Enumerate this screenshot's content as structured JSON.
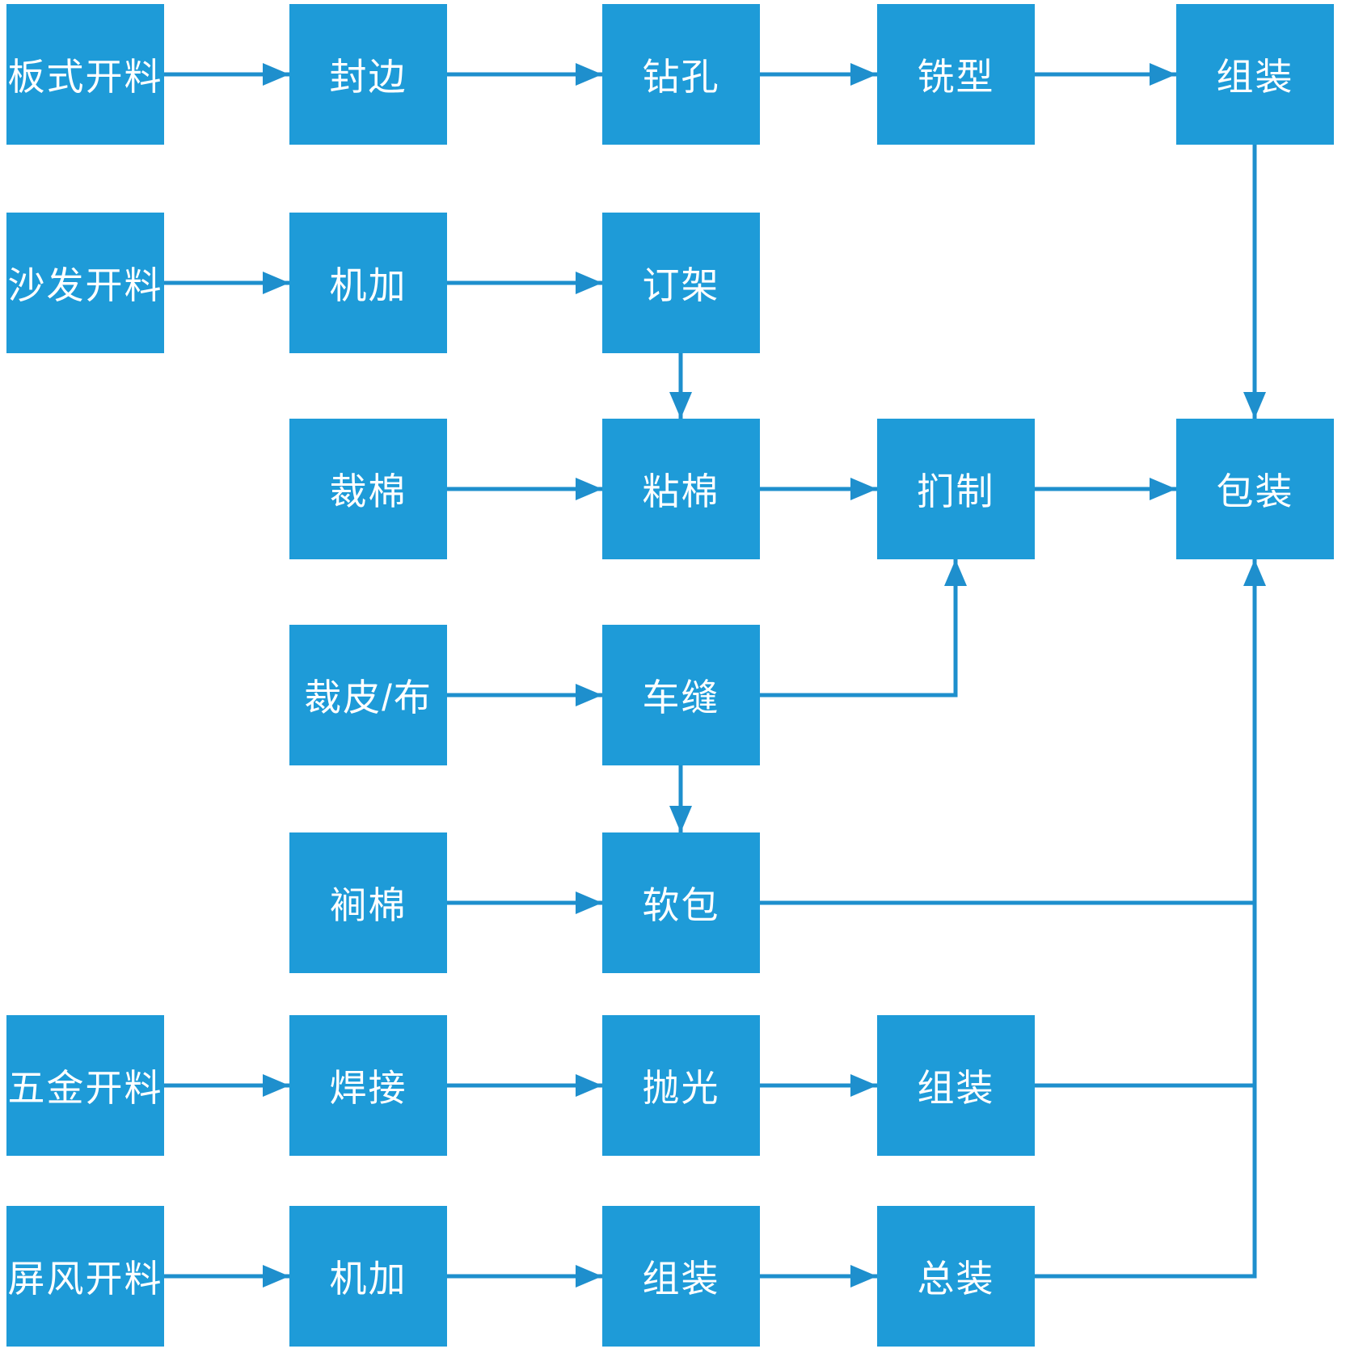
{
  "colors": {
    "box": "#1E9BD8",
    "line": "#1E8FCD",
    "text": "#FFFFFF",
    "background": "#FFFFFF"
  },
  "nodes": [
    {
      "id": "board-cutting",
      "label": "板式开料",
      "row": 1,
      "col": 1
    },
    {
      "id": "edge-banding",
      "label": "封边",
      "row": 1,
      "col": 2
    },
    {
      "id": "drilling",
      "label": "钻孔",
      "row": 1,
      "col": 3
    },
    {
      "id": "milling",
      "label": "铣型",
      "row": 1,
      "col": 4
    },
    {
      "id": "assembly-panel",
      "label": "组装",
      "row": 1,
      "col": 5
    },
    {
      "id": "sofa-cutting",
      "label": "沙发开料",
      "row": 2,
      "col": 1
    },
    {
      "id": "machining-sofa",
      "label": "机加",
      "row": 2,
      "col": 2
    },
    {
      "id": "frame-nailing",
      "label": "订架",
      "row": 2,
      "col": 3
    },
    {
      "id": "foam-cutting",
      "label": "裁棉",
      "row": 3,
      "col": 2
    },
    {
      "id": "foam-gluing",
      "label": "粘棉",
      "row": 3,
      "col": 3
    },
    {
      "id": "upholstering",
      "label": "扪制",
      "row": 3,
      "col": 4
    },
    {
      "id": "packaging",
      "label": "包装",
      "row": 3,
      "col": 5
    },
    {
      "id": "leather-fabric-cutting",
      "label": "裁皮/布",
      "row": 4,
      "col": 2
    },
    {
      "id": "sewing",
      "label": "车缝",
      "row": 4,
      "col": 3
    },
    {
      "id": "quilting",
      "label": "裥棉",
      "row": 5,
      "col": 2
    },
    {
      "id": "soft-covering",
      "label": "软包",
      "row": 5,
      "col": 3
    },
    {
      "id": "hardware-cutting",
      "label": "五金开料",
      "row": 6,
      "col": 1
    },
    {
      "id": "welding",
      "label": "焊接",
      "row": 6,
      "col": 2
    },
    {
      "id": "polishing",
      "label": "抛光",
      "row": 6,
      "col": 3
    },
    {
      "id": "assembly-hardware",
      "label": "组装",
      "row": 6,
      "col": 4
    },
    {
      "id": "screen-cutting",
      "label": "屏风开料",
      "row": 7,
      "col": 1
    },
    {
      "id": "machining-screen",
      "label": "机加",
      "row": 7,
      "col": 2
    },
    {
      "id": "assembly-screen",
      "label": "组装",
      "row": 7,
      "col": 3
    },
    {
      "id": "final-assembly",
      "label": "总装",
      "row": 7,
      "col": 4
    }
  ],
  "edges": [
    {
      "from": "board-cutting",
      "to": "edge-banding"
    },
    {
      "from": "edge-banding",
      "to": "drilling"
    },
    {
      "from": "drilling",
      "to": "milling"
    },
    {
      "from": "milling",
      "to": "assembly-panel"
    },
    {
      "from": "assembly-panel",
      "to": "packaging"
    },
    {
      "from": "sofa-cutting",
      "to": "machining-sofa"
    },
    {
      "from": "machining-sofa",
      "to": "frame-nailing"
    },
    {
      "from": "frame-nailing",
      "to": "foam-gluing"
    },
    {
      "from": "foam-cutting",
      "to": "foam-gluing"
    },
    {
      "from": "foam-gluing",
      "to": "upholstering"
    },
    {
      "from": "upholstering",
      "to": "packaging"
    },
    {
      "from": "leather-fabric-cutting",
      "to": "sewing"
    },
    {
      "from": "sewing",
      "to": "upholstering"
    },
    {
      "from": "sewing",
      "to": "soft-covering"
    },
    {
      "from": "quilting",
      "to": "soft-covering"
    },
    {
      "from": "soft-covering",
      "to": "packaging"
    },
    {
      "from": "hardware-cutting",
      "to": "welding"
    },
    {
      "from": "welding",
      "to": "polishing"
    },
    {
      "from": "polishing",
      "to": "assembly-hardware"
    },
    {
      "from": "assembly-hardware",
      "to": "packaging"
    },
    {
      "from": "screen-cutting",
      "to": "machining-screen"
    },
    {
      "from": "machining-screen",
      "to": "assembly-screen"
    },
    {
      "from": "assembly-screen",
      "to": "final-assembly"
    },
    {
      "from": "final-assembly",
      "to": "packaging"
    }
  ]
}
